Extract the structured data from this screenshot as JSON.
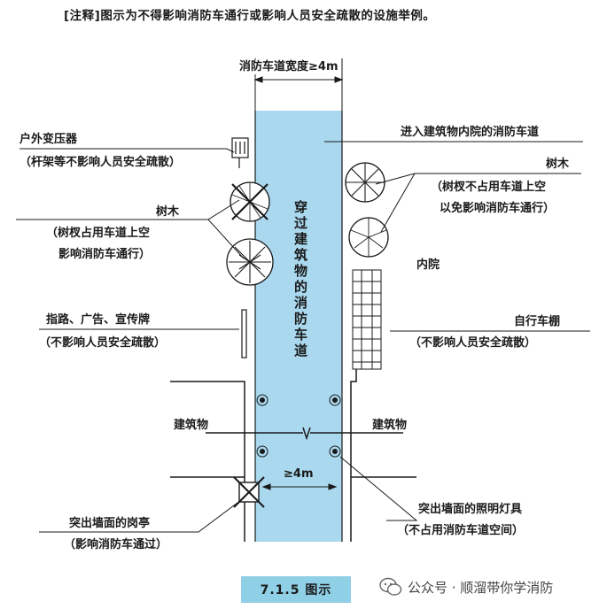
{
  "note": "[注释]图示为不得影响消防车通行或影响人员安全疏散的设施举例。",
  "road_width_label": "消防车道宽度≥4m",
  "road_inner_width_label": "≥4m",
  "road_through_building_label": "穿过建筑物的消防车道",
  "left_labels": {
    "transformer_title": "户外变压器",
    "transformer_note": "（杆架等不影响人员安全疏散）",
    "tree_title": "树木",
    "tree_note_1": "（树杈占用车道上空",
    "tree_note_2": "影响消防车通行）",
    "sign_title": "指路、广告、宣传牌",
    "sign_note": "（不影响人员安全疏散）",
    "building": "建筑物",
    "kiosk_title": "突出墙面的岗亭",
    "kiosk_note": "（影响消防车通过）"
  },
  "right_labels": {
    "courtyard_road": "进入建筑物内院的消防车道",
    "tree_title": "树木",
    "tree_note_1": "（树杈不占用车道上空",
    "tree_note_2": "以免影响消防车通行）",
    "courtyard": "内院",
    "bike_shed_title": "自行车棚",
    "bike_shed_note": "（不影响人员安全疏散）",
    "building": "建筑物",
    "lamp_title": "突出墙面的照明灯具",
    "lamp_note": "（不占用消防车道空间）"
  },
  "caption": "7.1.5 图示",
  "watermark": "公众号 · 顺溜带你学消防",
  "colors": {
    "road": "#a9d8ef",
    "caption_bg": "#8fd0e6",
    "line": "#1a1a1a"
  }
}
